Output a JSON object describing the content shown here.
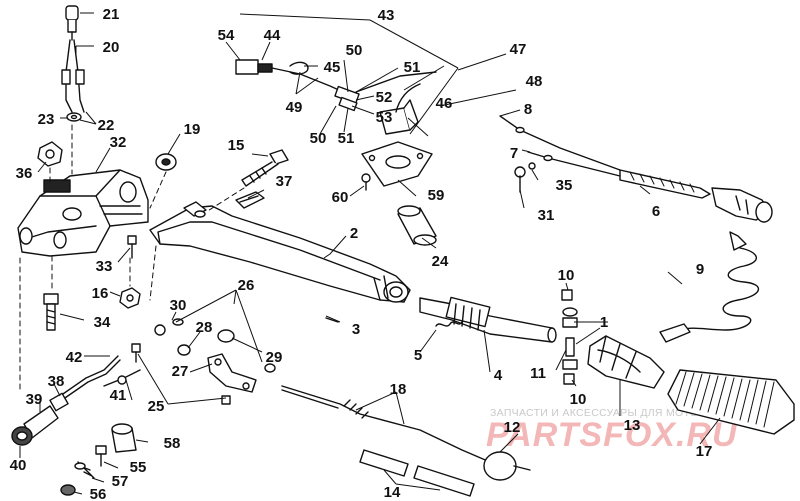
{
  "callouts": {
    "c1": "1",
    "c2": "2",
    "c3": "3",
    "c4": "4",
    "c5": "5",
    "c6": "6",
    "c7": "7",
    "c8": "8",
    "c9": "9",
    "c10a": "10",
    "c10b": "10",
    "c11": "11",
    "c12": "12",
    "c13": "13",
    "c14": "14",
    "c15": "15",
    "c16": "16",
    "c17": "17",
    "c18": "18",
    "c19": "19",
    "c20": "20",
    "c21": "21",
    "c22": "22",
    "c23": "23",
    "c24": "24",
    "c25": "25",
    "c26": "26",
    "c27": "27",
    "c28": "28",
    "c29": "29",
    "c30": "30",
    "c31": "31",
    "c32": "32",
    "c33": "33",
    "c34": "34",
    "c35": "35",
    "c36": "36",
    "c37": "37",
    "c38": "38",
    "c39": "39",
    "c40": "40",
    "c41": "41",
    "c42": "42",
    "c43": "43",
    "c44": "44",
    "c45": "45",
    "c46": "46",
    "c47": "47",
    "c48": "48",
    "c49": "49",
    "c50a": "50",
    "c50b": "50",
    "c51a": "51",
    "c51b": "51",
    "c52": "52",
    "c53": "53",
    "c54": "54",
    "c55": "55",
    "c56": "56",
    "c57": "57",
    "c58": "58",
    "c59": "59",
    "c60": "60"
  },
  "watermark": {
    "small": "ЗАПЧАСТИ И АКСЕССУАРЫ ДЛЯ МОТОРОВ",
    "big": "PARTSFOX.RU"
  }
}
